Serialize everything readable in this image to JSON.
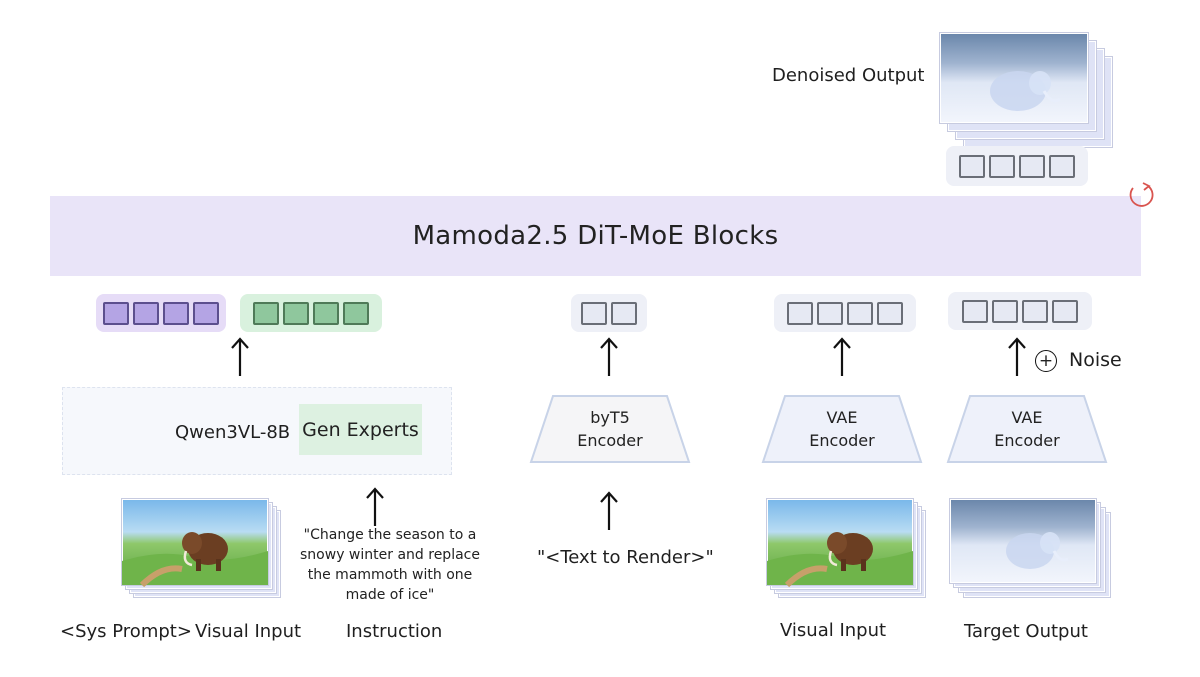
{
  "diagram": {
    "main_block": "Mamoda2.5 DiT-MoE Blocks",
    "denoised_output": "Denoised Output",
    "qwen_label": "Qwen3VL-8B",
    "gen_experts": "Gen Experts",
    "byt5_encoder": [
      "byT5",
      "Encoder"
    ],
    "vae_encoder_1": [
      "VAE",
      "Encoder"
    ],
    "vae_encoder_2": [
      "VAE",
      "Encoder"
    ],
    "noise_label": "Noise",
    "plus_symbol": "+",
    "instruction_text": "\"Change the season to a snowy winter and replace the mammoth with one made of ice\"",
    "text_to_render": "\"<Text to Render>\"",
    "bottom_labels": {
      "sys_prompt": "<Sys Prompt>",
      "visual_input_1": "Visual Input",
      "instruction": "Instruction",
      "visual_input_2": "Visual Input",
      "target_output": "Target Output"
    },
    "colors": {
      "main_block": "#e9e4f8",
      "purple_tokens": "#b4a4e4",
      "green_tokens": "#8fc79d",
      "gray_tokens": "#e6e9f3",
      "loop_arrow": "#d9544f"
    },
    "icons": [
      "loop-arrow-icon",
      "up-arrow-icon",
      "plus-circle-icon"
    ]
  }
}
